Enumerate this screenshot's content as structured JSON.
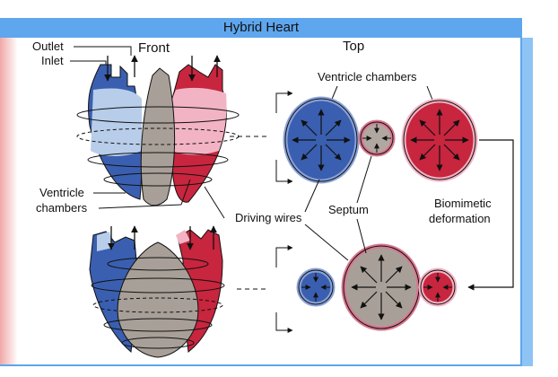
{
  "title": "Hybrid Heart",
  "labels": {
    "front": "Front",
    "top": "Top",
    "outlet": "Outlet",
    "inlet": "Inlet",
    "ventricle_chambers_left_1": "Ventricle",
    "ventricle_chambers_left_2": "chambers",
    "ventricle_chambers_top": "Ventricle chambers",
    "driving_wires": "Driving wires",
    "septum": "Septum",
    "biomimetic_1": "Biomimetic",
    "biomimetic_2": "deformation"
  },
  "colors": {
    "blue": "#3a5fb0",
    "light_blue": "#b8cdea",
    "red": "#c8253e",
    "pink": "#f2b4c4",
    "gray": "#a8a098",
    "header": "#5ea6ee"
  }
}
